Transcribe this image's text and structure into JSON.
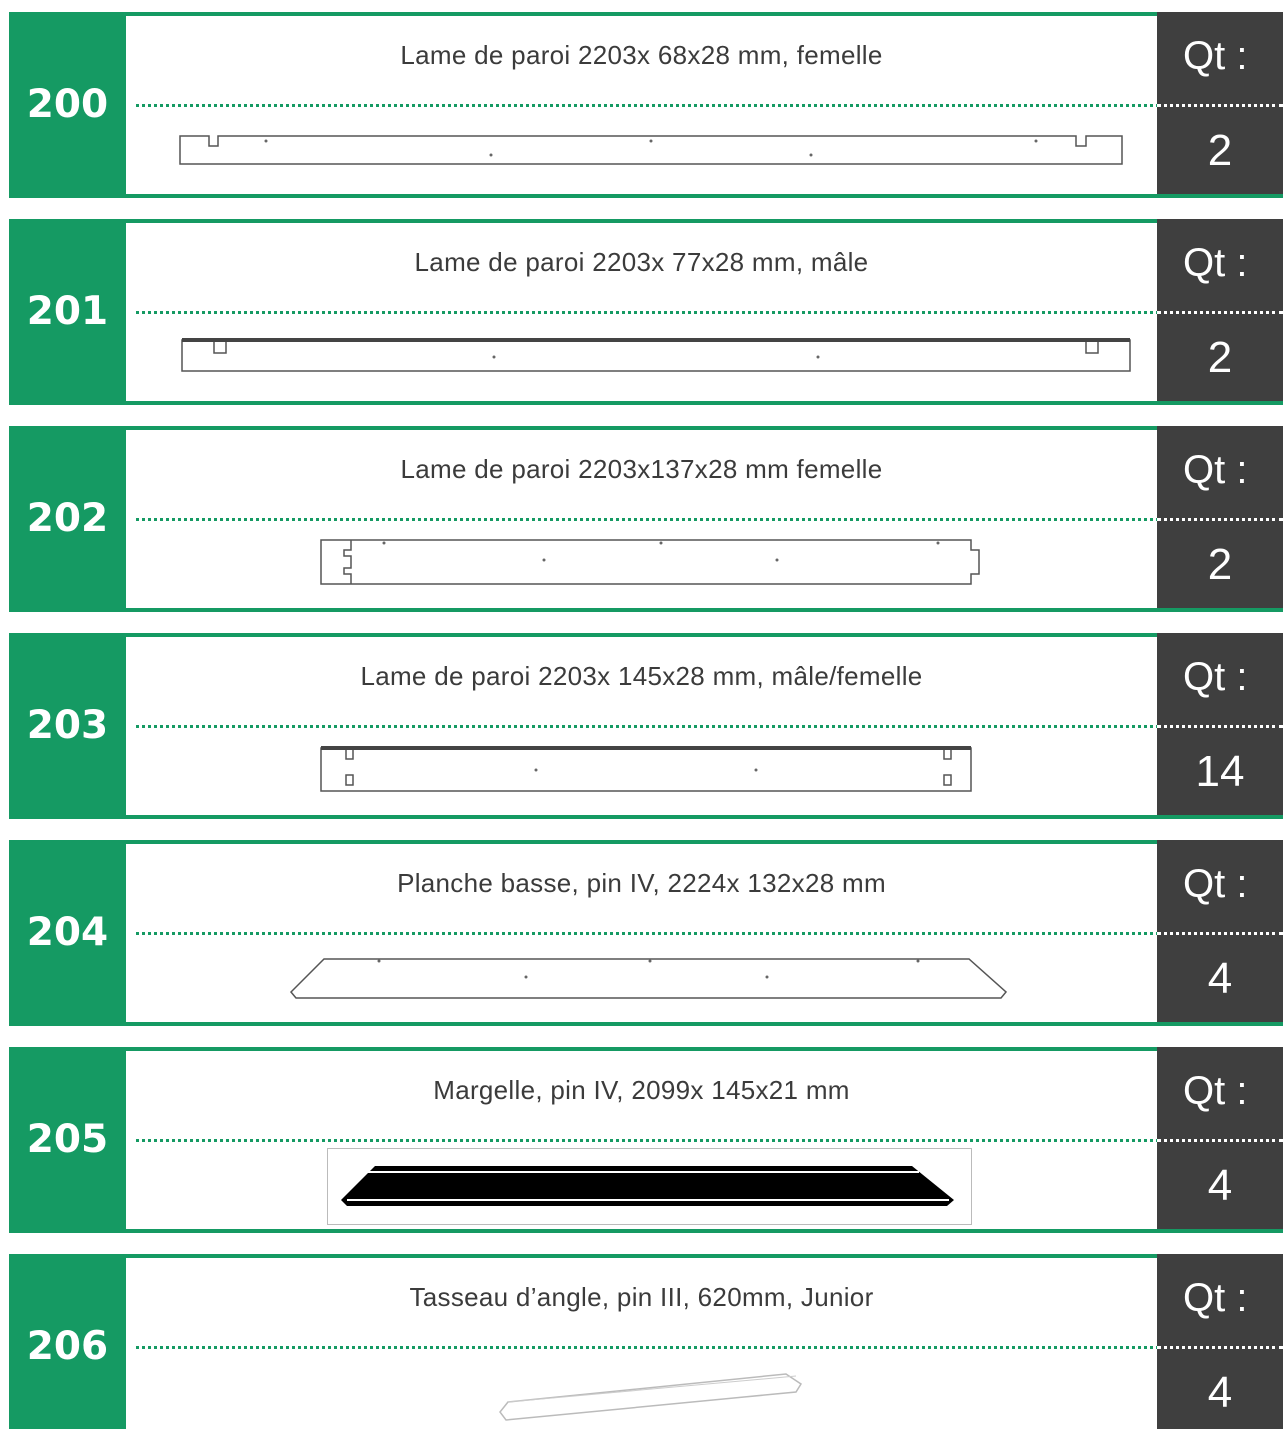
{
  "qt_label": "Qt :",
  "colors": {
    "accent": "#159a63",
    "qty_bg": "#3f3f3f"
  },
  "items": [
    {
      "number": "200",
      "description": "Lame de paroi 2203x 68x28 mm, femelle",
      "quantity": "2"
    },
    {
      "number": "201",
      "description": "Lame de paroi 2203x 77x28 mm, mâle",
      "quantity": "2"
    },
    {
      "number": "202",
      "description": "Lame de paroi 2203x137x28 mm femelle",
      "quantity": "2"
    },
    {
      "number": "203",
      "description": "Lame de paroi 2203x 145x28 mm, mâle/femelle",
      "quantity": "14"
    },
    {
      "number": "204",
      "description": "Planche basse, pin IV, 2224x 132x28 mm",
      "quantity": "4"
    },
    {
      "number": "205",
      "description": "Margelle, pin IV, 2099x 145x21 mm",
      "quantity": "4"
    },
    {
      "number": "206",
      "description": "Tasseau d’angle, pin III, 620mm, Junior",
      "quantity": "4"
    }
  ]
}
